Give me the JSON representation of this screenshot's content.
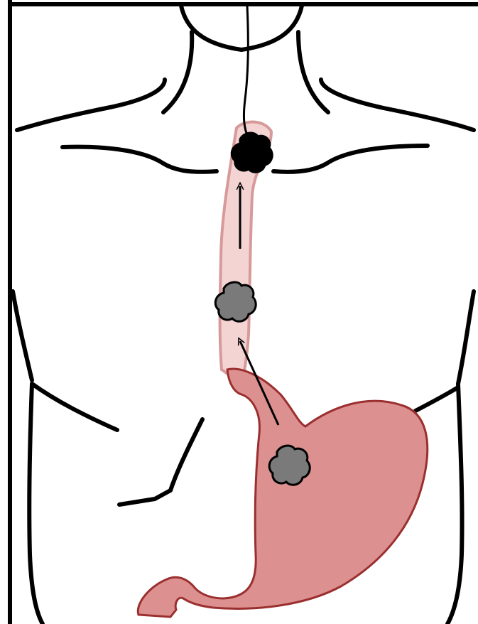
{
  "diagram": {
    "colors": {
      "background": "#ffffff",
      "line": "#000000",
      "esophagus_fill": "#f4d3d3",
      "esophagus_stroke": "#d79a9a",
      "stomach_fill": "#dc9090",
      "stomach_stroke": "#9b2f2f",
      "bolus_grey": "#7a7a7a",
      "bolus_black": "#000000"
    },
    "parts": [
      "torso-outline",
      "esophagus",
      "stomach",
      "sensing-wire"
    ],
    "boluses": [
      {
        "kind": "stomach-content",
        "color": "grey"
      },
      {
        "kind": "refluxing-content",
        "color": "grey"
      },
      {
        "kind": "content-at-sensor",
        "color": "black"
      }
    ],
    "arrows": [
      {
        "direction": "upward",
        "from": "stomach",
        "to": "esophagus"
      },
      {
        "direction": "upward",
        "within": "esophagus"
      }
    ]
  }
}
